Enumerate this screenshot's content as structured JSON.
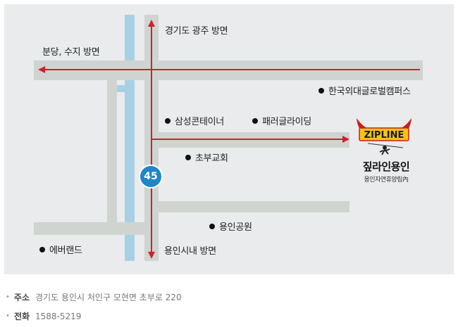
{
  "map": {
    "directions": {
      "north": "경기도 광주 방면",
      "west": "분당, 수지 방면",
      "south": "용인시내 방면"
    },
    "route_shield": "45",
    "pois": [
      {
        "id": "hufs",
        "label": "한국외대글로벌캠퍼스"
      },
      {
        "id": "samsung",
        "label": "삼성콘테이너"
      },
      {
        "id": "paragliding",
        "label": "패러글라이딩"
      },
      {
        "id": "chobu-church",
        "label": "초부교회"
      },
      {
        "id": "yongin-park",
        "label": "용인공원"
      },
      {
        "id": "everland",
        "label": "에버랜드"
      }
    ],
    "destination": {
      "logo_text": "ZIPLINE",
      "name": "짚라인용인",
      "subtitle": "용인자연휴양림內"
    },
    "colors": {
      "background": "#e9ebec",
      "road": "#d0d4d1",
      "river": "#a8d0e4",
      "route_arrow": "#d21f2b",
      "shield": "#1f86c8"
    }
  },
  "info": {
    "address_label": "주소",
    "address_value": "경기도 용인시 처인구 모현면 초부로 220",
    "phone_label": "전화",
    "phone_value": "1588-5219"
  }
}
